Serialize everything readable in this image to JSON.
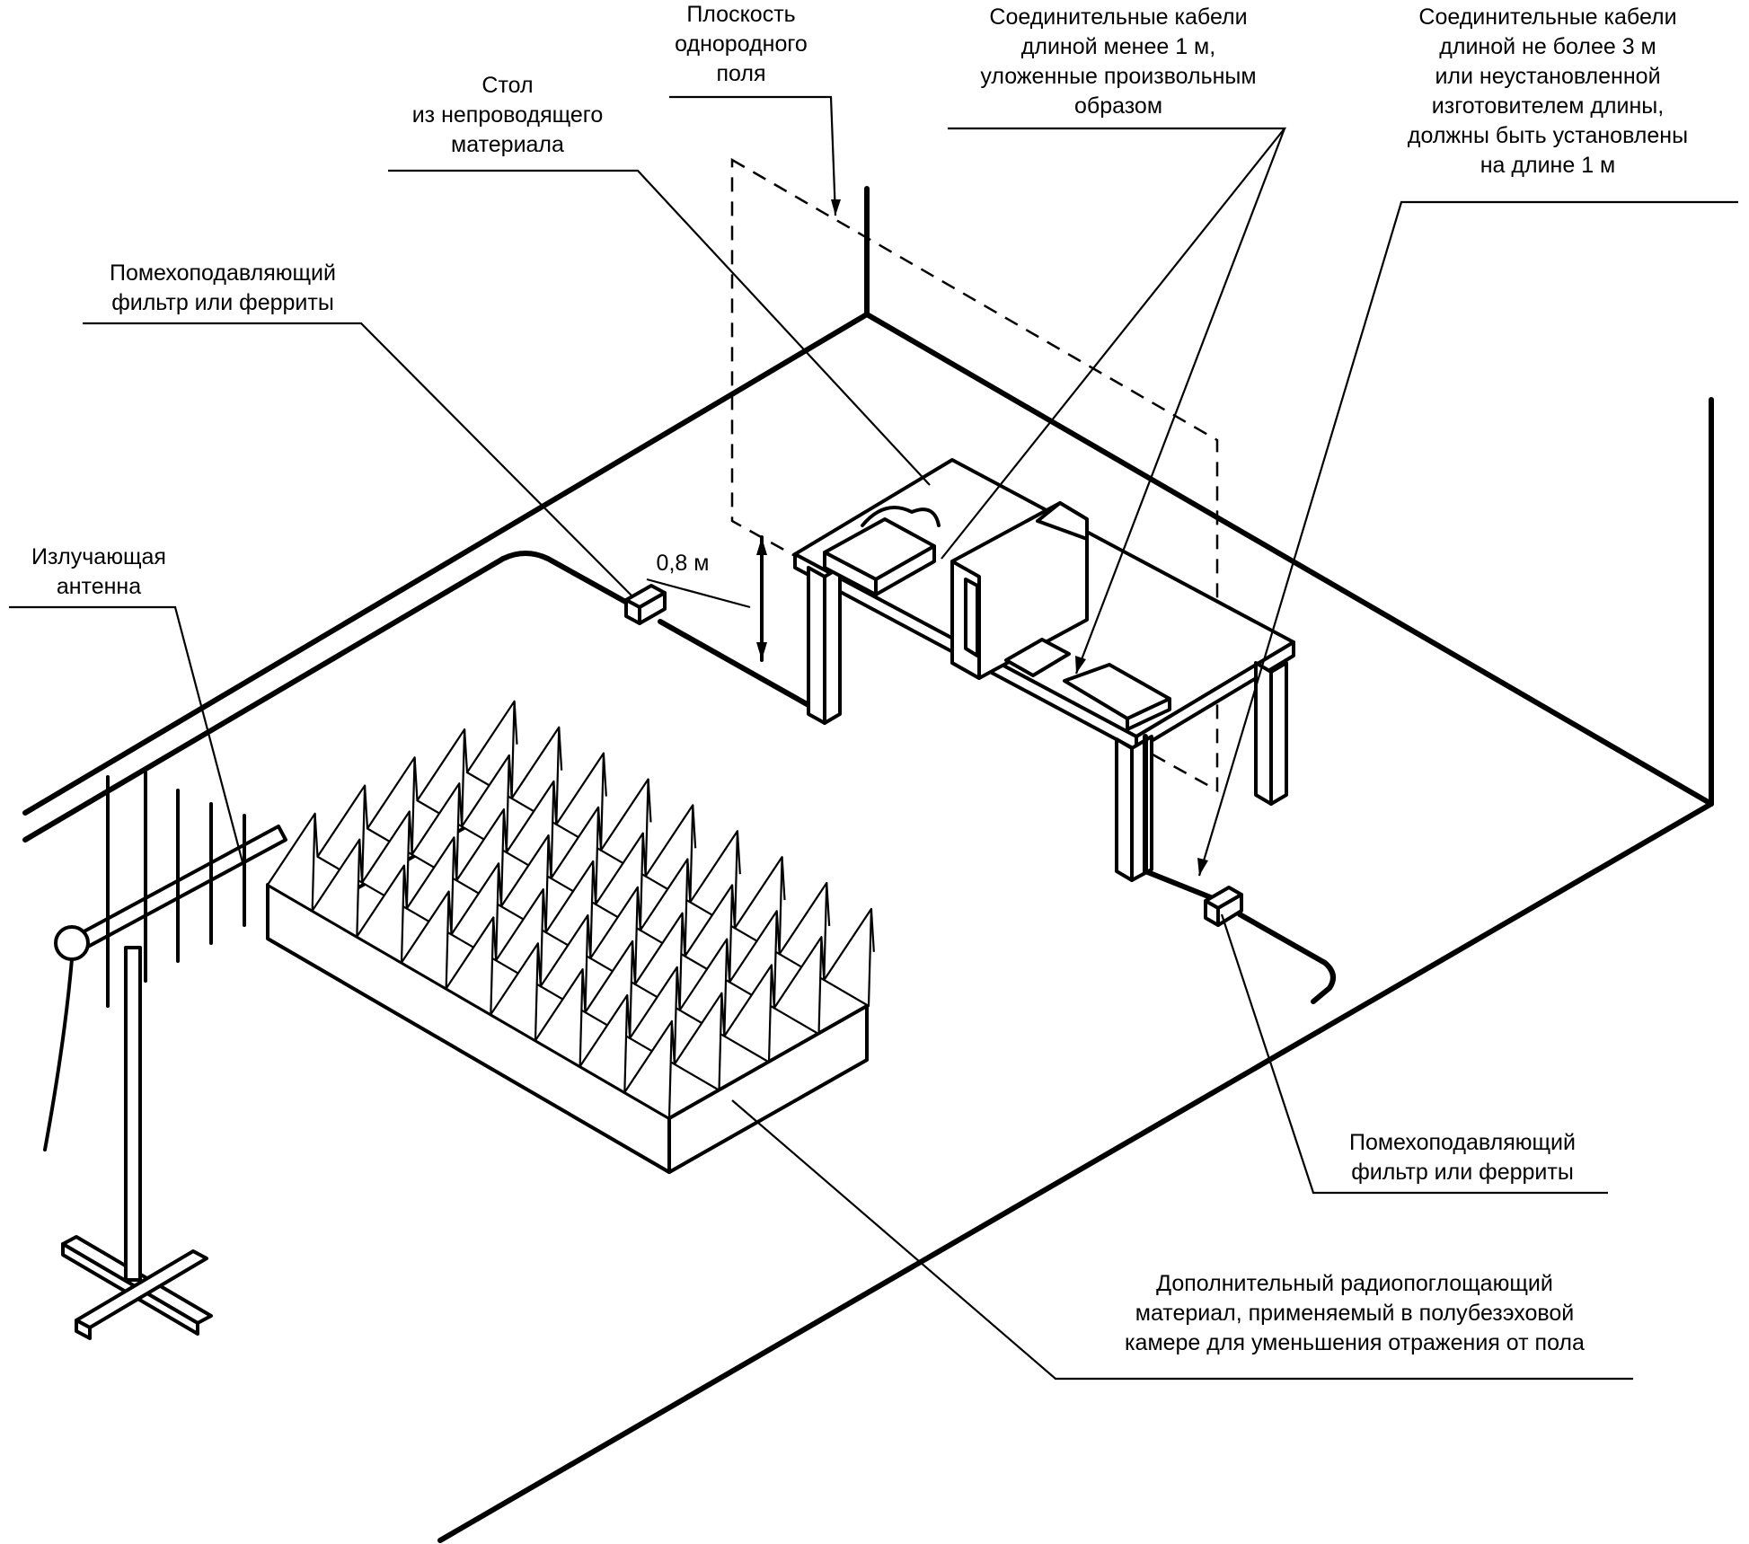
{
  "labels": {
    "field_plane": [
      "Плоскость",
      "однородного",
      "поля"
    ],
    "table": [
      "Стол",
      "из непроводящего",
      "материала"
    ],
    "cables_short": [
      "Соединительные кабели",
      "длиной менее 1 м,",
      "уложенные произвольным",
      "образом"
    ],
    "cables_long": [
      "Соединительные кабели",
      "длиной не более 3 м",
      "или неустановленной",
      "изготовителем длины,",
      "должны быть установлены",
      "на длине 1 м"
    ],
    "filter_left": [
      "Помехоподавляющий",
      "фильтр или ферриты"
    ],
    "antenna": [
      "Излучающая",
      "антенна"
    ],
    "height": "0,8 м",
    "filter_right": [
      "Помехоподавляющий",
      "фильтр или ферриты"
    ],
    "absorber": [
      "Дополнительный радиопоглощающий",
      "материал, применяемый в полубезэховой",
      "камере для уменьшения отражения от пола"
    ]
  }
}
